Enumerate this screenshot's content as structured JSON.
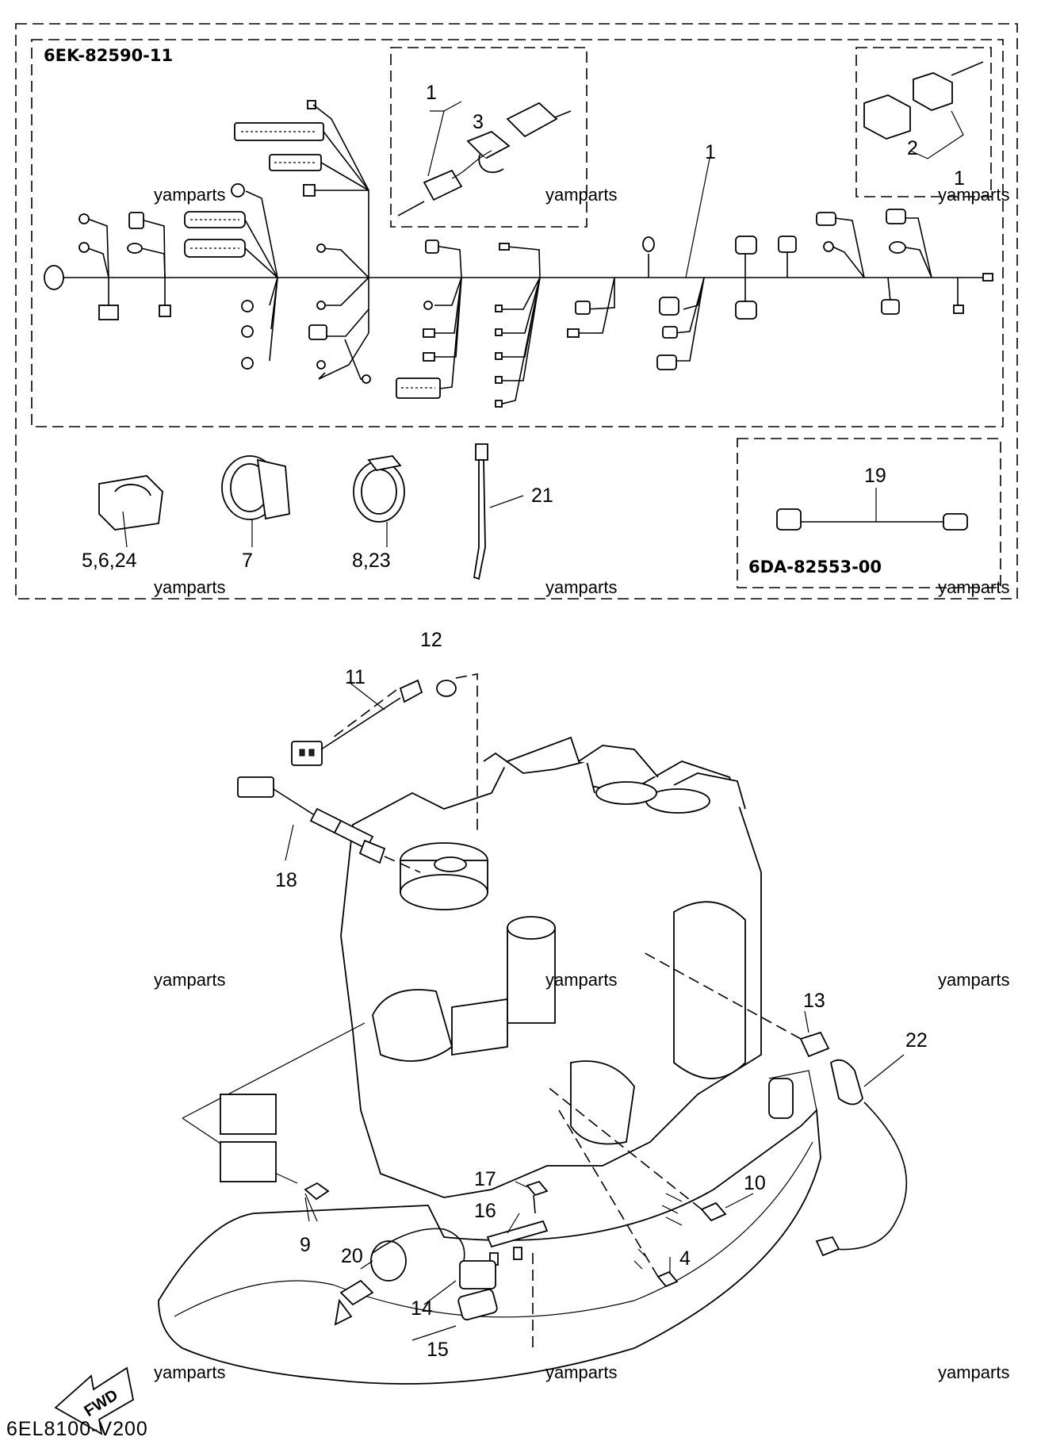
{
  "kit_codes": {
    "harness_kit": "6EK-82590-11",
    "sub_lead": "6DA-82553-00"
  },
  "diagram_code": "6EL8100-V200",
  "watermark": "yamparts",
  "direction_arrow": "FWD",
  "callouts": {
    "p1a": "1",
    "p3": "3",
    "p1b": "1",
    "p2": "2",
    "p1c": "1",
    "p21": "21",
    "p19": "19",
    "p5": "5,6,24",
    "p7": "7",
    "p8": "8,23",
    "p12": "12",
    "p11": "11",
    "p18": "18",
    "p13": "13",
    "p22": "22",
    "p17": "17",
    "p16": "16",
    "p10": "10",
    "p9": "9",
    "p20": "20",
    "p4": "4",
    "p14": "14",
    "p15": "15"
  }
}
